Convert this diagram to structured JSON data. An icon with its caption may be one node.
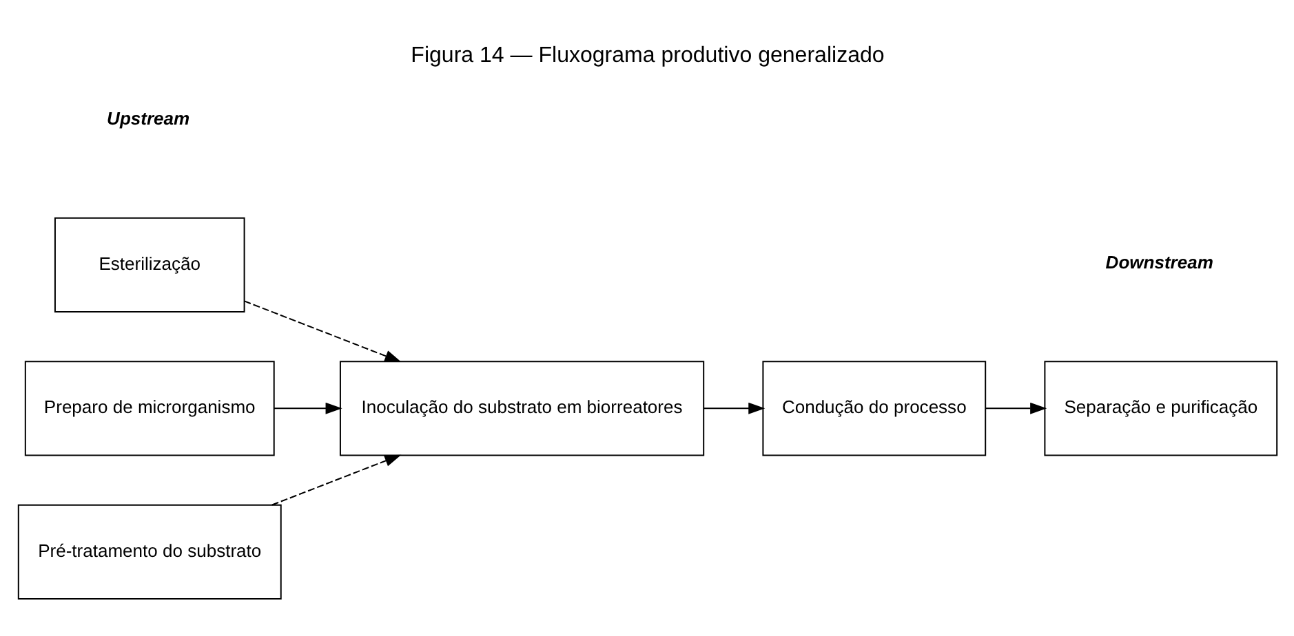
{
  "diagram": {
    "title": "Figura 14 — Fluxograma produtivo generalizado",
    "nodes": [
      {
        "text": [
          "Esterilização"
        ]
      },
      {
        "text": [
          "Preparo de microrganismo"
        ]
      },
      {
        "text": [
          "Pré-tratamento do substrato"
        ]
      },
      {
        "text": [
          "Inoculação do substrato em biorreatores"
        ]
      },
      {
        "text": [
          "Condução do processo"
        ]
      },
      {
        "text": [
          "Separação e purificação"
        ]
      }
    ],
    "edges": [
      {
        "from": 0,
        "to": 3,
        "arrow": "to",
        "style": "dashed"
      },
      {
        "from": 1,
        "to": 3,
        "arrow": "to"
      },
      {
        "from": 2,
        "to": 3,
        "arrow": "to",
        "style": "dashed"
      },
      {
        "from": 3,
        "to": 4,
        "arrow": "to"
      },
      {
        "from": 4,
        "to": 5,
        "arrow": "to"
      }
    ],
    "labels": [
      "Upstream",
      "Downstream"
    ]
  }
}
